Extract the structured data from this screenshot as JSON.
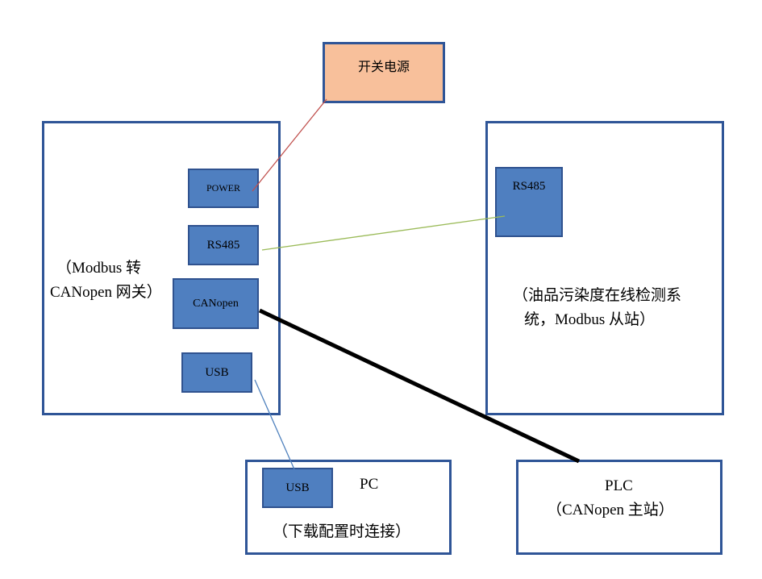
{
  "power_supply": {
    "label": "开关电源",
    "fill": "#f8c09b",
    "border": "#2f5597"
  },
  "gateway": {
    "label_line1": "（Modbus 转",
    "label_line2": "CANopen 网关）",
    "ports": {
      "power": "POWER",
      "rs485": "RS485",
      "canopen": "CANopen",
      "usb": "USB"
    }
  },
  "sensor": {
    "port_rs485": "RS485",
    "label_line1": "（油品污染度在线检测系",
    "label_line2": "统，Modbus 从站）"
  },
  "pc": {
    "title": "PC",
    "port_usb": "USB",
    "note": "（下载配置时连接）"
  },
  "plc": {
    "title": "PLC",
    "subtitle": "（CANopen 主站）"
  },
  "connections": [
    {
      "from": "开关电源",
      "to": "POWER",
      "color": "#c0504d"
    },
    {
      "from": "RS485",
      "to": "RS485",
      "color": "#9bbb59"
    },
    {
      "from": "CANopen",
      "to": "PLC",
      "color": "#000000"
    },
    {
      "from": "USB",
      "to": "USB",
      "color": "#4f81bd"
    }
  ],
  "colors": {
    "frame_border": "#2f5597",
    "port_fill": "#4f7fc0",
    "port_border": "#2f528f"
  }
}
